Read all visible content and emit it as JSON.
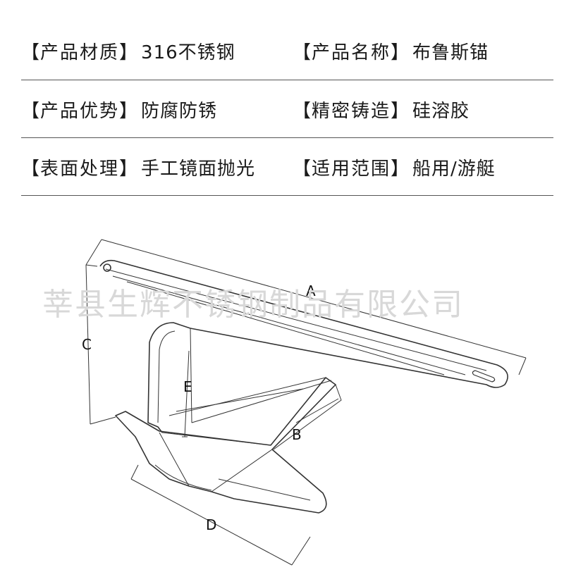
{
  "specs": [
    {
      "label": "产品材质",
      "value": "316不锈钢"
    },
    {
      "label": "产品名称",
      "value": "布鲁斯锚"
    },
    {
      "label": "产品优势",
      "value": "防腐防锈"
    },
    {
      "label": "精密铸造",
      "value": "硅溶胶"
    },
    {
      "label": "表面处理",
      "value": "手工镜面抛光"
    },
    {
      "label": "适用范围",
      "value": "船用/游艇"
    }
  ],
  "bracket_open": "【",
  "bracket_close": "】",
  "watermark": "莘县生辉不锈钢制品有限公司",
  "dimensions": {
    "a": "A",
    "b": "B",
    "c": "C",
    "d": "D",
    "e": "E"
  },
  "colors": {
    "line": "#333333",
    "rule": "#555555",
    "watermark": "#d8d8d8"
  }
}
